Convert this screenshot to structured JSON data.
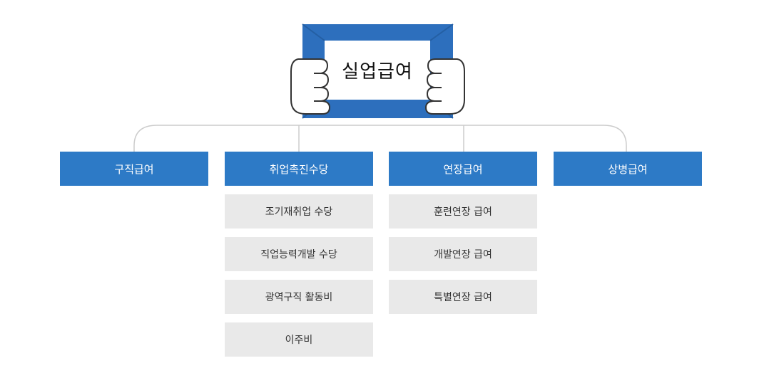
{
  "root": {
    "label": "실업급여",
    "icon": "hands-holding-sign-icon"
  },
  "colors": {
    "category_bg": "#2d7ac6",
    "sub_bg": "#e9e9e9",
    "frame": "#2d6fbd",
    "connector": "#cccccc"
  },
  "categories": [
    {
      "label": "구직급여",
      "items": []
    },
    {
      "label": "취업촉진수당",
      "items": [
        "조기재취업 수당",
        "직업능력개발 수당",
        "광역구직 활동비",
        "이주비"
      ]
    },
    {
      "label": "연장급여",
      "items": [
        "훈련연장 급여",
        "개발연장 급여",
        "특별연장 급여"
      ]
    },
    {
      "label": "상병급여",
      "items": []
    }
  ]
}
